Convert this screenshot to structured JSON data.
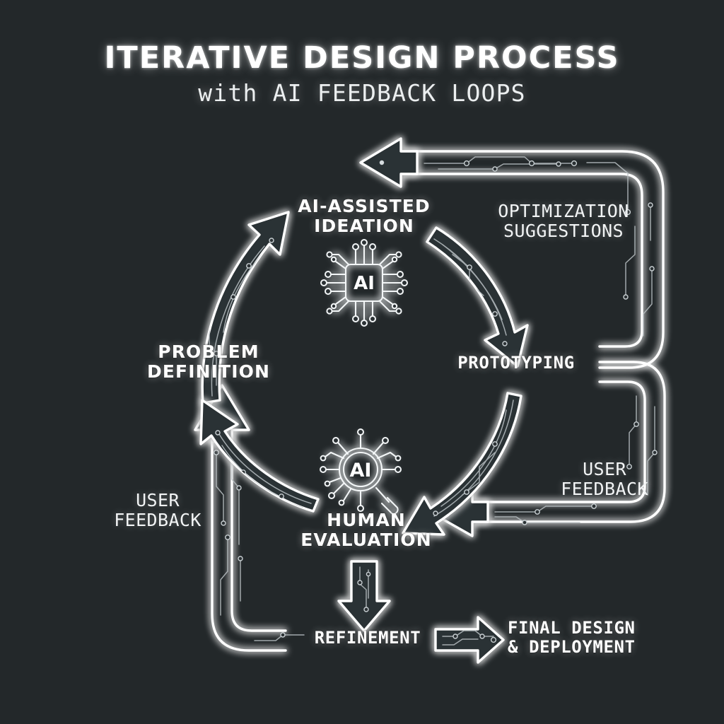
{
  "header": {
    "title": "ITERATIVE DESIGN PROCESS",
    "subtitle": "with AI FEEDBACK LOOPS"
  },
  "diagram": {
    "background_color": "#23282a",
    "line_color": "#ffffff",
    "trace_color": "#b9c0c3",
    "nodes": [
      {
        "id": "ai-assisted-ideation",
        "label": "AI-ASSISTED\nIDEATION",
        "icon": "ai-chip-icon"
      },
      {
        "id": "problem-definition",
        "label": "PROBLEM\nDEFINITION",
        "icon": ""
      },
      {
        "id": "prototyping",
        "label": "PROTOTYPING",
        "icon": ""
      },
      {
        "id": "human-evaluation",
        "label": "HUMAN\nEVALUATION",
        "icon": "ai-magnifier-icon"
      },
      {
        "id": "refinement",
        "label": "REFINEMENT",
        "icon": ""
      },
      {
        "id": "final-design-deployment",
        "label": "FINAL DESIGN\n& DEPLOYMENT",
        "icon": ""
      }
    ],
    "flow_labels": [
      {
        "id": "optimization-suggestions",
        "label": "OPTIMIZATION\nSUGGESTIONS"
      },
      {
        "id": "user-feedback-right",
        "label": "USER\nFEEDBACK"
      },
      {
        "id": "user-feedback-left",
        "label": "USER\nFEEDBACK"
      }
    ],
    "icons": {
      "ai_chip_text": "AI",
      "ai_magnifier_text": "AI"
    },
    "connectors": [
      {
        "id": "problem-to-ideation",
        "from": "problem-definition",
        "to": "ai-assisted-ideation",
        "style": "curved-arrow"
      },
      {
        "id": "ideation-to-prototyping",
        "from": "ai-assisted-ideation",
        "to": "prototyping",
        "style": "curved-arrow"
      },
      {
        "id": "prototyping-to-human-evaluation",
        "from": "prototyping",
        "to": "human-evaluation",
        "style": "curved-arrow"
      },
      {
        "id": "human-evaluation-to-problem",
        "from": "human-evaluation",
        "to": "problem-definition",
        "style": "curved-arrow"
      },
      {
        "id": "human-evaluation-to-refinement",
        "from": "human-evaluation",
        "to": "refinement",
        "style": "straight-arrow-down"
      },
      {
        "id": "refinement-to-final-design",
        "from": "refinement",
        "to": "final-design-deployment",
        "style": "straight-arrow-right"
      },
      {
        "id": "optimization-loop",
        "from": "prototyping",
        "to": "ai-assisted-ideation",
        "style": "rounded-loop",
        "label": "OPTIMIZATION SUGGESTIONS"
      },
      {
        "id": "user-feedback-loop-right",
        "from": "prototyping",
        "to": "human-evaluation",
        "style": "rounded-loop",
        "label": "USER FEEDBACK"
      },
      {
        "id": "user-feedback-loop-left",
        "from": "refinement",
        "to": "problem-definition",
        "style": "rounded-loop",
        "label": "USER FEEDBACK"
      }
    ]
  }
}
